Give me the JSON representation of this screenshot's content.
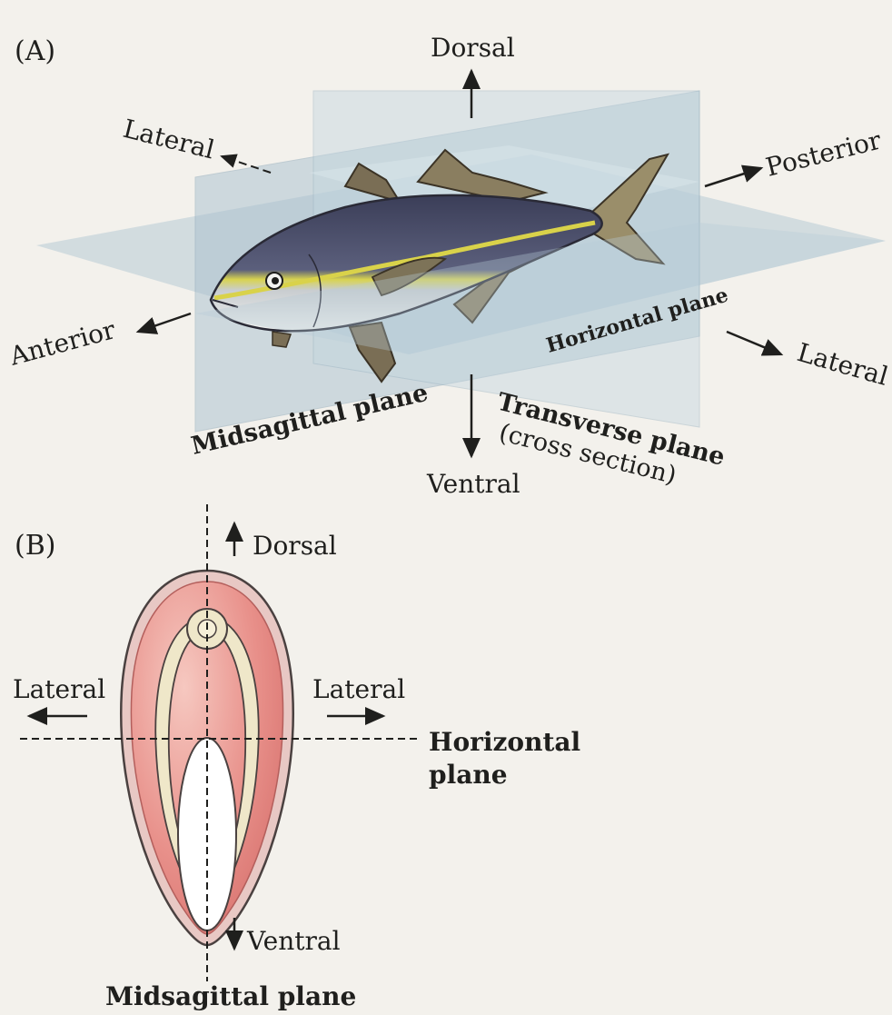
{
  "panel_a": {
    "label": "(A)",
    "dorsal": "Dorsal",
    "ventral": "Ventral",
    "lateral_left": "Lateral",
    "lateral_right": "Lateral",
    "anterior": "Anterior",
    "posterior": "Posterior",
    "midsagittal": "Midsagittal plane",
    "horizontal": "Horizontal plane",
    "transverse_line1": "Transverse plane",
    "transverse_line2": "(cross section)"
  },
  "panel_b": {
    "label": "(B)",
    "dorsal": "Dorsal",
    "ventral": "Ventral",
    "lateral_left": "Lateral",
    "lateral_right": "Lateral",
    "horizontal_line1": "Horizontal",
    "horizontal_line2": "plane",
    "midsagittal": "Midsagittal plane"
  },
  "colors": {
    "plane_fill": "#b9cdd8",
    "fish_body": "#4a4e6b",
    "fish_stripe": "#d9d24a",
    "fish_belly": "#e9ece9",
    "muscle": "#e58f8a",
    "muscle_light": "#f2b9b1",
    "cartilage": "#efe7c9"
  }
}
